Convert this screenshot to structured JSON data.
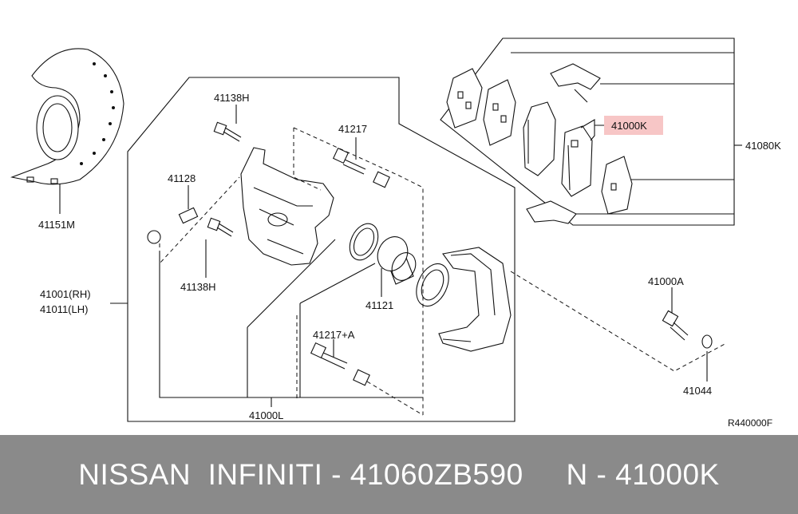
{
  "diagram": {
    "labels": {
      "p41151M": "41151M",
      "p41138H_top": "41138H",
      "p41217": "41217",
      "p41128": "41128",
      "p41138H_bottom": "41138H",
      "p41001": "41001(RH)",
      "p41011": "41011(LH)",
      "p41121": "41121",
      "p41217A": "41217+A",
      "p41000L": "41000L",
      "p41000K": "41000K",
      "p41080K": "41080K",
      "p41000A": "41000A",
      "p41044": "41044",
      "ref_code": "R440000F"
    },
    "highlight_color": "#f7c6c6"
  },
  "banner": {
    "text": "NISSAN  INFINITI - 41060ZB590     N - 41000K",
    "background": "#8a8a8a"
  }
}
